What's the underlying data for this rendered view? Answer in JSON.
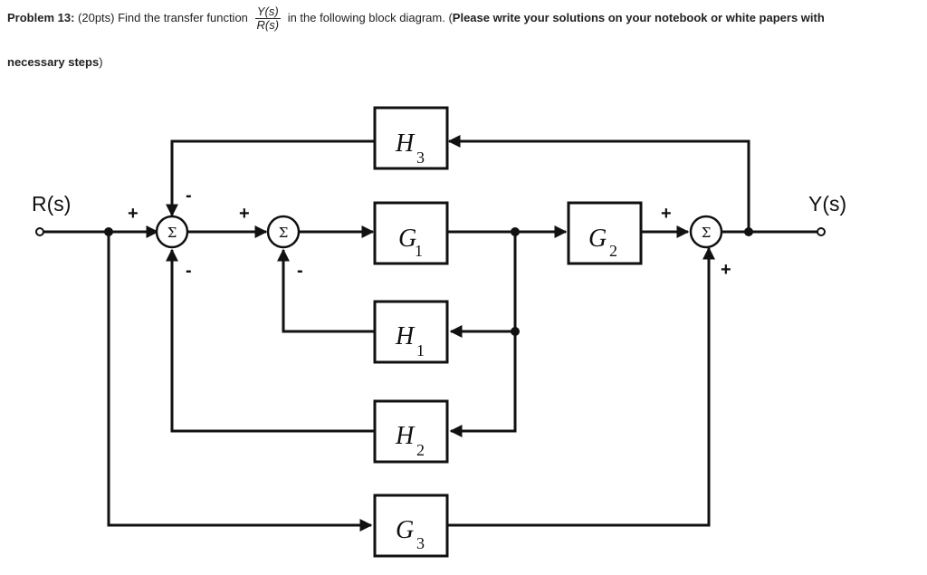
{
  "problem": {
    "label": "Problem 13:",
    "points": " (20pts) Find the transfer function ",
    "frac_num": "Y(s)",
    "frac_den": "R(s)",
    "after_frac": " in the following block diagram. (",
    "bold_note": "Please write your solutions on your notebook or white papers with",
    "line2_bold": "necessary steps",
    "line2_end": ")"
  },
  "diagram": {
    "input_label": "R(s)",
    "output_label": "Y(s)",
    "sum_symbol": "Σ",
    "blocks": {
      "h3": {
        "main": "H",
        "sub": "3"
      },
      "g1": {
        "main": "G",
        "sub": "1"
      },
      "g2": {
        "main": "G",
        "sub": "2"
      },
      "h1": {
        "main": "H",
        "sub": "1"
      },
      "h2": {
        "main": "H",
        "sub": "2"
      },
      "g3": {
        "main": "G",
        "sub": "3"
      }
    },
    "signs": {
      "s1_left": "+",
      "s1_top": "-",
      "s1_bottom": "-",
      "s2_left": "+",
      "s2_bottom": "-",
      "s3_left": "+",
      "s3_bottom": "+"
    }
  }
}
